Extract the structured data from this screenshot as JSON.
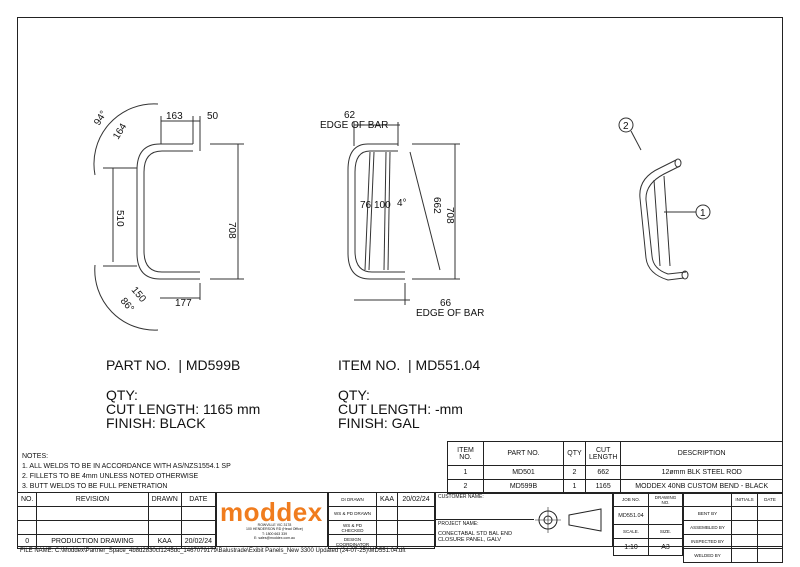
{
  "views": {
    "left_dims": [
      "94°",
      "164",
      "163",
      "50",
      "510",
      "708",
      "150",
      "86°",
      "177"
    ],
    "mid_dims": [
      "62",
      "EDGE OF BAR",
      "76",
      "100",
      "4°",
      "662",
      "708",
      "66",
      "EDGE OF BAR"
    ],
    "balloons": [
      "2",
      "1"
    ]
  },
  "part": {
    "part_line": "PART NO.  | MD599B",
    "qty": "QTY:",
    "cut": "CUT LENGTH: 1165 mm",
    "finish": "FINISH: BLACK"
  },
  "item": {
    "item_line": "ITEM NO.  | MD551.04",
    "qty": "QTY:",
    "cut": "CUT LENGTH: -mm",
    "finish": "FINISH: GAL"
  },
  "notes": {
    "heading": "NOTES:",
    "lines": [
      "1. ALL WELDS TO BE IN ACCORDANCE WITH AS/NZS1554.1 SP",
      "2. FILLETS TO BE 4mm UNLESS NOTED OTHERWISE",
      "3. BUTT WELDS TO BE FULL PENETRATION"
    ]
  },
  "bom": {
    "headers": [
      "ITEM NO.",
      "PART NO.",
      "QTY",
      "CUT LENGTH",
      "DESCRIPTION"
    ],
    "rows": [
      [
        "1",
        "MD501",
        "2",
        "662",
        "12ømm BLK STEEL ROD"
      ],
      [
        "2",
        "MD599B",
        "1",
        "1165",
        "MODDEX 40NB CUSTOM BEND - BLACK"
      ]
    ]
  },
  "revision": {
    "headers": [
      "NO.",
      "REVISION",
      "DRAWN",
      "DATE"
    ],
    "row": [
      "0",
      "PRODUCTION DRAWING",
      "KAA",
      "20/02/24"
    ]
  },
  "logo": {
    "text": "moddex",
    "address": [
      "ROWVILLE VIC 3178",
      "100 HENDERSON RD (Head Office)",
      "T: 1800 663 339",
      "E: sales@moddex.com.au"
    ],
    "color": "#f07c1e"
  },
  "roles": {
    "drawn_label": "DI DRAWN",
    "drawn_by": "KAA",
    "drawn_date": "20/02/24",
    "ws_drawn": "WS & PD DRAWN",
    "ws_checked": "WS & PD CHECKED",
    "coordinator": "DESIGN COORDINATOR"
  },
  "title": {
    "customer_label": "CUSTOMER NAME:",
    "project_label": "PROJECT NAME:",
    "project": "CONECTABAL STD BAL END CLOSURE PANEL, GALV",
    "job_label": "JOB NO.",
    "job": "MD551.04",
    "drawing_label": "DRAWING NO.",
    "scale_label": "SCALE.",
    "scale": "1:10",
    "size_label": "SIZE.",
    "size": "A3",
    "initials": "INITIALS",
    "date": "DATE",
    "signoff": [
      "BENT BY",
      "ASSEMBLED BY",
      "INSPECTED BY",
      "WELDED BY"
    ]
  },
  "filename": "FILE NAME: C:\\Moddex\\Partner_Space_4b8d2830cf1245dc_1467079179\\Balustrade\\Exibit Panels_New 3300 Updated (24-07-25)\\MD551.04.dft"
}
